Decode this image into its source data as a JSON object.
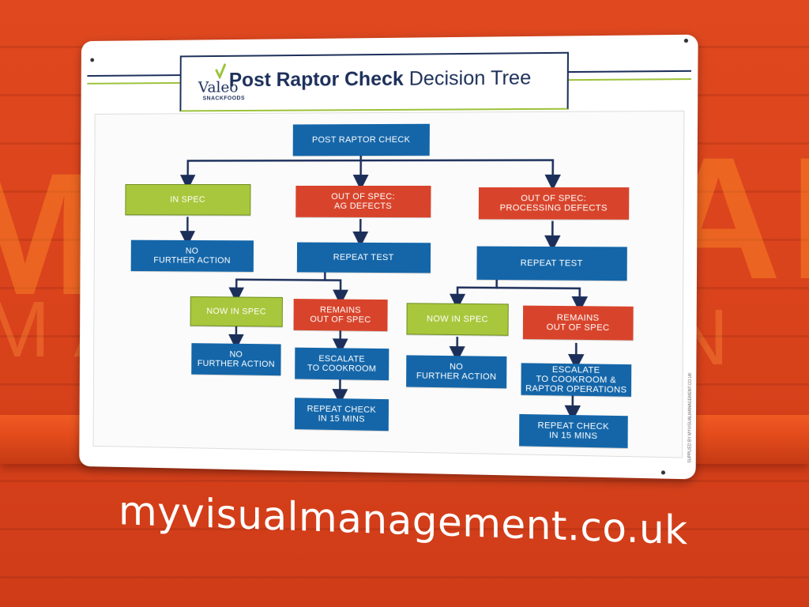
{
  "sign": {
    "brand": "Valeo",
    "brand_sub": "SNACKFOODS",
    "title_bold": "Post Raptor Check",
    "title_rest": "Decision Tree",
    "side_credit": "SUPPLIED BY MYVISUALMANAGEMENT.CO.UK"
  },
  "wall": {
    "url": "myvisualmanagement.co.uk"
  },
  "colors": {
    "blue": "#1466a9",
    "red": "#d8442b",
    "green": "#a9c73c",
    "navy": "#1c2f5a",
    "wall_orange": "#d9431e"
  },
  "nodes": {
    "root": "POST RAPTOR CHECK",
    "in_spec": "IN SPEC",
    "oos_ag": "OUT OF SPEC:\nAG DEFECTS",
    "oos_proc": "OUT OF SPEC:\nPROCESSING DEFECTS",
    "no_action_1": "NO\nFURTHER ACTION",
    "repeat_test_ag": "REPEAT TEST",
    "repeat_test_proc": "REPEAT TEST",
    "now_in_spec_ag": "NOW IN SPEC",
    "remains_ag": "REMAINS\nOUT OF SPEC",
    "now_in_spec_proc": "NOW IN SPEC",
    "remains_proc": "REMAINS\nOUT OF SPEC",
    "no_action_ag": "NO\nFURTHER ACTION",
    "escalate_ag": "ESCALATE\nTO COOKROOM",
    "no_action_proc": "NO\nFURTHER ACTION",
    "escalate_proc": "ESCALATE\nTO COOKROOM &\nRAPTOR OPERATIONS",
    "repeat_check_ag": "REPEAT CHECK\nIN 15 MINS",
    "repeat_check_proc": "REPEAT CHECK\nIN 15 MINS"
  }
}
